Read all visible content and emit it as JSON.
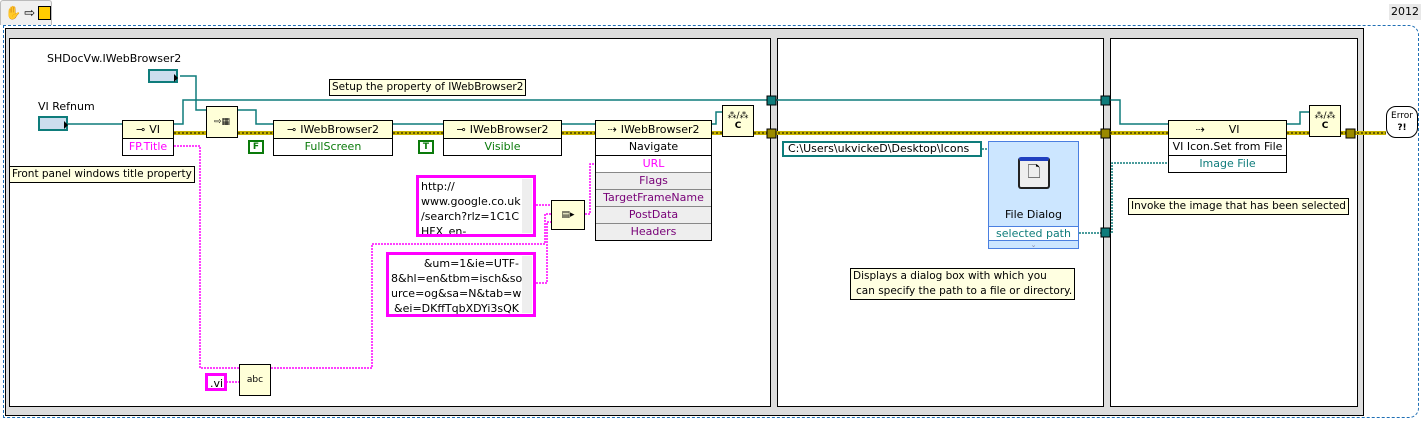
{
  "toolbar": {
    "icons": [
      "hand-icon",
      "arrow-icon",
      "vi-icon"
    ]
  },
  "version_label": "2012",
  "frame1": {
    "constant_label": "SHDocVw.IWebBrowser2",
    "control_label": "VI Refnum",
    "vi_property_node": {
      "class": "VI",
      "property": "FP.Title"
    },
    "comment_title": "Front panel windows title property",
    "comment_setup": "Setup the property of IWebBrowser2",
    "fullscreen_node": {
      "class": "IWebBrowser2",
      "property": "FullScreen",
      "constant": "F"
    },
    "visible_node": {
      "class": "IWebBrowser2",
      "property": "Visible",
      "constant": "T"
    },
    "navigate_node": {
      "class": "IWebBrowser2",
      "method": "Navigate",
      "params": [
        "URL",
        "Flags",
        "TargetFrameName",
        "PostData",
        "Headers"
      ]
    },
    "url_string_1": [
      "http://",
      "www.google.co.uk",
      "/search?rlz=1C1C",
      "HFX_en-"
    ],
    "url_string_2": [
      "&um=1&ie=UTF-",
      "8&hl=en&tbm=isch&so",
      "urce=og&sa=N&tab=wi",
      "&ei=DKffTqbXDYi3sQK"
    ],
    "vi_suffix": ".vi",
    "close_icon_text": "C"
  },
  "frame2": {
    "path_constant": "C:\\Users\\ukvickeD\\Desktop\\Icons",
    "file_dialog": {
      "title": "File Dialog",
      "output": "selected path"
    },
    "comment": [
      "Displays a dialog box with which you",
      "can specify the path to a file or directory."
    ]
  },
  "frame3": {
    "invoke_node": {
      "class": "VI",
      "method": "VI Icon.Set from File",
      "param": "Image File"
    },
    "comment": "Invoke the image that has been selected",
    "close_icon_text": "C",
    "error_handler": "Error"
  },
  "colors": {
    "refnum_wire": "#0e7c7b",
    "string_wire": "#ff00ff",
    "error_wire": "#c8b400",
    "comment_bg": "#ffffe1",
    "express_vi_bg": "#cce6ff"
  }
}
